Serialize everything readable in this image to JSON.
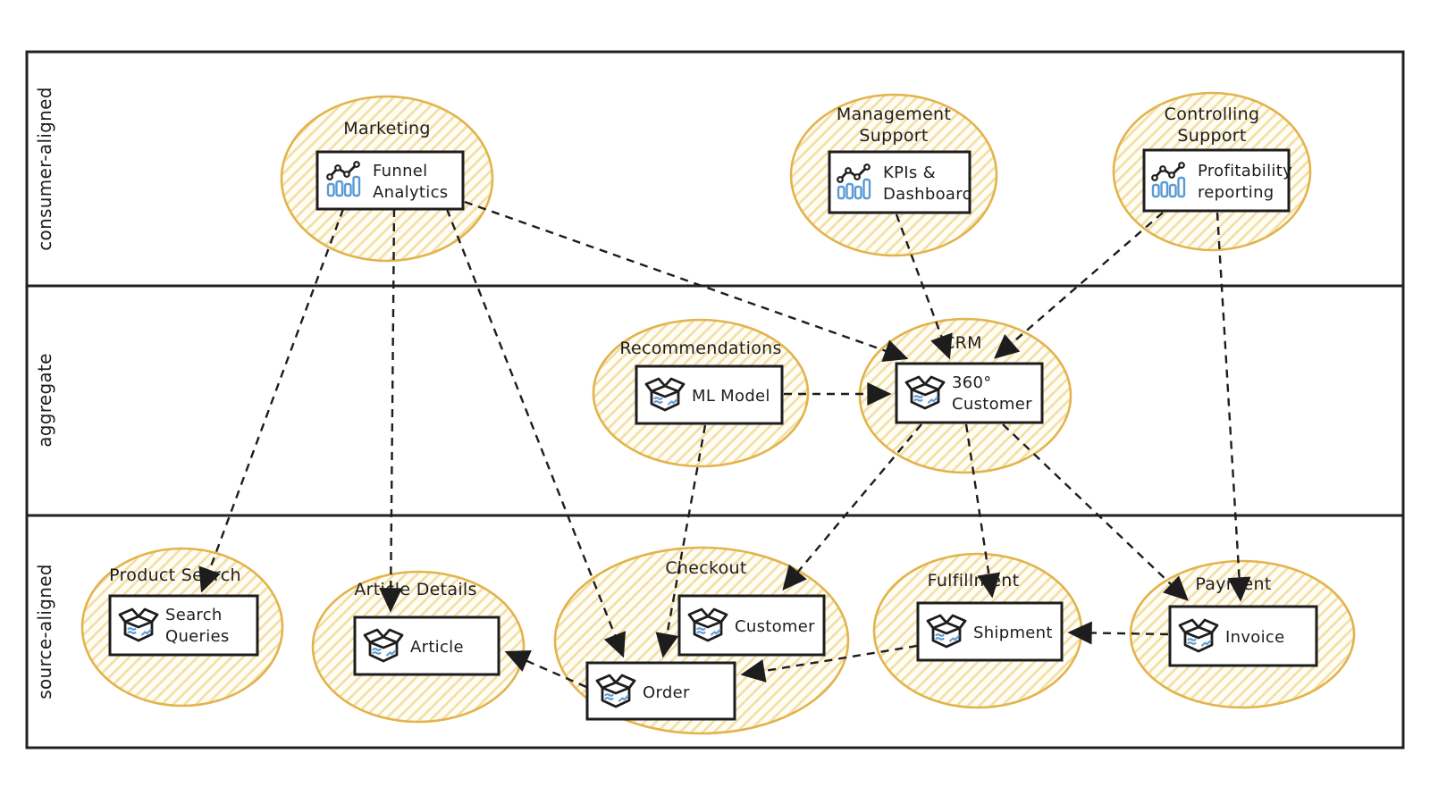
{
  "diagram": {
    "title_visible": false,
    "lanes": [
      {
        "id": "consumer-aligned",
        "label": "consumer-aligned"
      },
      {
        "id": "aggregate",
        "label": "aggregate"
      },
      {
        "id": "source-aligned",
        "label": "source-aligned"
      }
    ],
    "domains": [
      {
        "id": "marketing",
        "lane": "consumer-aligned",
        "label_lines": [
          "Marketing"
        ]
      },
      {
        "id": "management-support",
        "lane": "consumer-aligned",
        "label_lines": [
          "Management",
          "Support"
        ]
      },
      {
        "id": "controlling-support",
        "lane": "consumer-aligned",
        "label_lines": [
          "Controlling",
          "Support"
        ]
      },
      {
        "id": "recommendations",
        "lane": "aggregate",
        "label_lines": [
          "Recommendations"
        ]
      },
      {
        "id": "crm",
        "lane": "aggregate",
        "label_lines": [
          "CRM"
        ]
      },
      {
        "id": "product-search",
        "lane": "source-aligned",
        "label_lines": [
          "Product Search"
        ]
      },
      {
        "id": "article-details",
        "lane": "source-aligned",
        "label_lines": [
          "Article Details"
        ]
      },
      {
        "id": "checkout",
        "lane": "source-aligned",
        "label_lines": [
          "Checkout"
        ]
      },
      {
        "id": "fulfillment",
        "lane": "source-aligned",
        "label_lines": [
          "Fulfillment"
        ]
      },
      {
        "id": "payment",
        "lane": "source-aligned",
        "label_lines": [
          "Payment"
        ]
      }
    ],
    "products": [
      {
        "id": "funnel-analytics",
        "domain": "marketing",
        "icon": "chart-icon",
        "label_lines": [
          "Funnel",
          "Analytics"
        ]
      },
      {
        "id": "kpis-dashboard",
        "domain": "management-support",
        "icon": "chart-icon",
        "label_lines": [
          "KPIs &",
          "Dashboard"
        ]
      },
      {
        "id": "profitability-reporting",
        "domain": "controlling-support",
        "icon": "chart-icon",
        "label_lines": [
          "Profitability",
          "reporting"
        ]
      },
      {
        "id": "ml-model",
        "domain": "recommendations",
        "icon": "package-icon",
        "label_lines": [
          "ML Model"
        ]
      },
      {
        "id": "customer-360",
        "domain": "crm",
        "icon": "package-icon",
        "label_lines": [
          "360°",
          "Customer"
        ]
      },
      {
        "id": "search-queries",
        "domain": "product-search",
        "icon": "package-icon",
        "label_lines": [
          "Search",
          "Queries"
        ]
      },
      {
        "id": "article",
        "domain": "article-details",
        "icon": "package-icon",
        "label_lines": [
          "Article"
        ]
      },
      {
        "id": "customer",
        "domain": "checkout",
        "icon": "package-icon",
        "label_lines": [
          "Customer"
        ]
      },
      {
        "id": "order",
        "domain": "checkout",
        "icon": "package-icon",
        "label_lines": [
          "Order"
        ]
      },
      {
        "id": "shipment",
        "domain": "fulfillment",
        "icon": "package-icon",
        "label_lines": [
          "Shipment"
        ]
      },
      {
        "id": "invoice",
        "domain": "payment",
        "icon": "package-icon",
        "label_lines": [
          "Invoice"
        ]
      }
    ],
    "edges": [
      {
        "from": "funnel-analytics",
        "to": "search-queries",
        "style": "dashed-arrow"
      },
      {
        "from": "funnel-analytics",
        "to": "article",
        "style": "dashed-arrow"
      },
      {
        "from": "funnel-analytics",
        "to": "order",
        "style": "dashed-arrow"
      },
      {
        "from": "funnel-analytics",
        "to": "customer-360",
        "style": "dashed-arrow"
      },
      {
        "from": "kpis-dashboard",
        "to": "customer-360",
        "style": "dashed-arrow"
      },
      {
        "from": "profitability-reporting",
        "to": "customer-360",
        "style": "dashed-arrow"
      },
      {
        "from": "profitability-reporting",
        "to": "invoice",
        "style": "dashed-arrow"
      },
      {
        "from": "ml-model",
        "to": "customer-360",
        "style": "dashed-arrow"
      },
      {
        "from": "ml-model",
        "to": "order",
        "style": "dashed-arrow"
      },
      {
        "from": "customer-360",
        "to": "customer",
        "style": "dashed-arrow"
      },
      {
        "from": "customer-360",
        "to": "shipment",
        "style": "dashed-arrow"
      },
      {
        "from": "customer-360",
        "to": "invoice",
        "style": "dashed-arrow"
      },
      {
        "from": "invoice",
        "to": "shipment",
        "style": "dashed-arrow"
      },
      {
        "from": "shipment",
        "to": "order",
        "style": "dashed-arrow"
      },
      {
        "from": "order",
        "to": "article",
        "style": "dashed-arrow"
      }
    ],
    "colors": {
      "background": "#ffffff",
      "ink": "#1d1d1d",
      "domain_stroke": "#e3b34c",
      "domain_hatch": "#f2dea6",
      "icon_blue": "#5b9bd5"
    }
  }
}
